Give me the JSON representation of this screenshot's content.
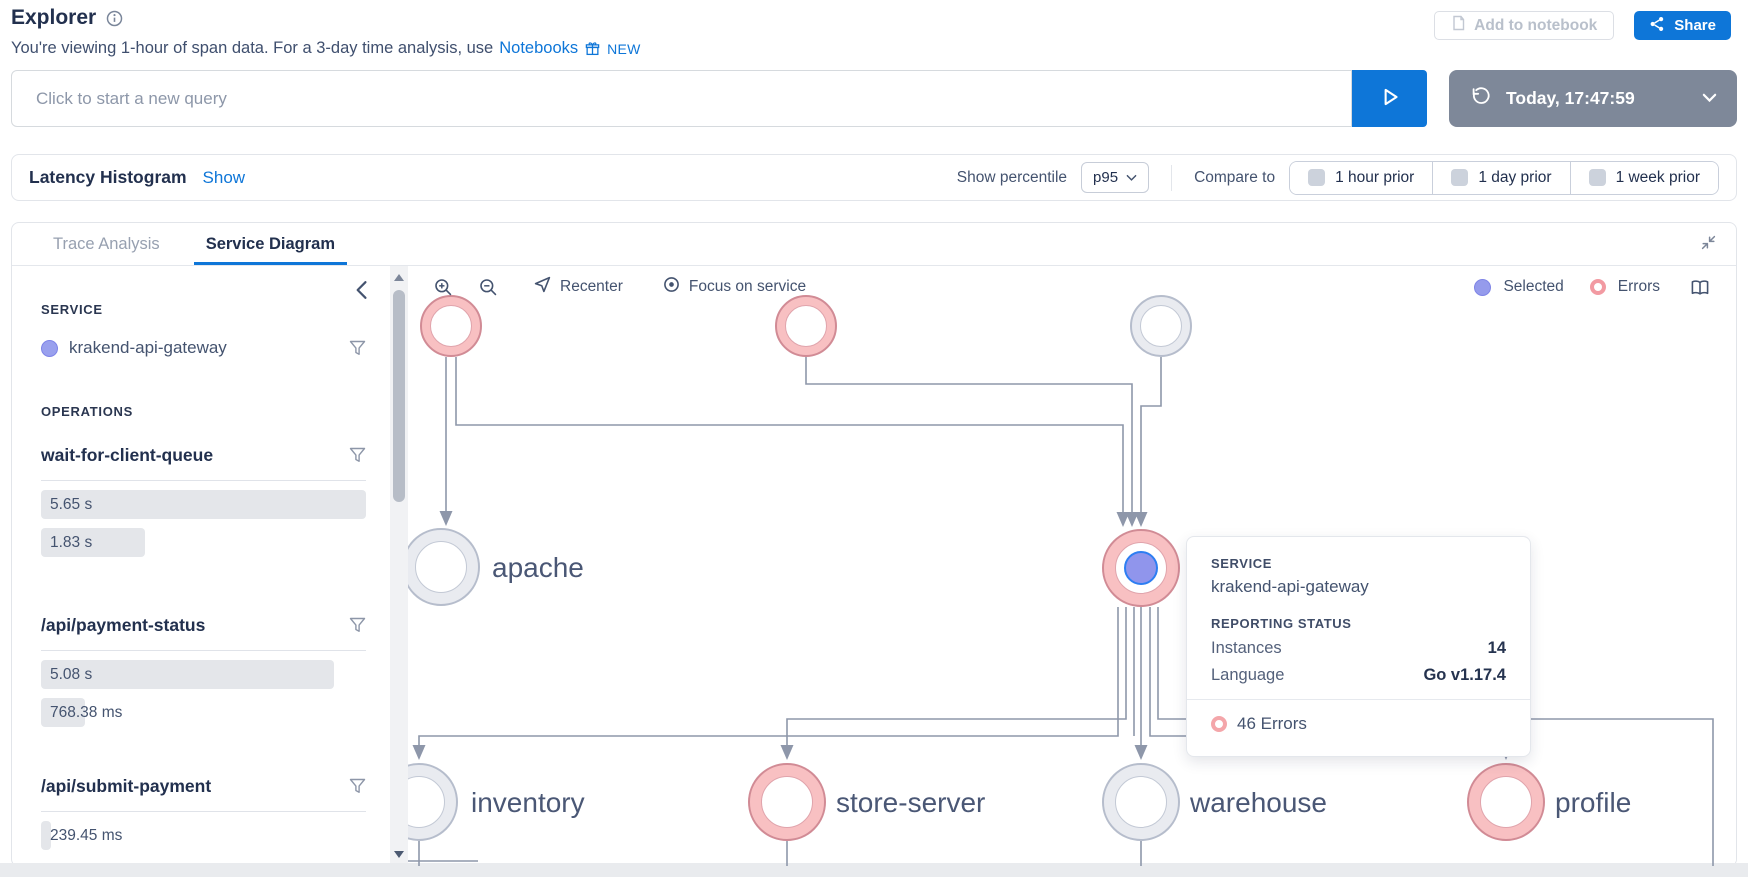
{
  "header": {
    "title": "Explorer",
    "subtitle_prefix": "You're viewing 1-hour of span data. For a 3-day time analysis, use",
    "subtitle_link": "Notebooks",
    "subtitle_badge": "NEW",
    "add_to_notebook_label": "Add to notebook",
    "share_label": "Share"
  },
  "query_bar": {
    "placeholder": "Click to start a new query",
    "time_value": "Today, 17:47:59"
  },
  "histogram": {
    "title": "Latency Histogram",
    "show_link": "Show",
    "percentile_label": "Show percentile",
    "percentile_value": "p95",
    "compare_label": "Compare to",
    "compare_options": [
      {
        "label": "1 hour prior"
      },
      {
        "label": "1 day prior"
      },
      {
        "label": "1 week prior"
      }
    ]
  },
  "tabs": [
    {
      "label": "Trace Analysis",
      "active": false
    },
    {
      "label": "Service Diagram",
      "active": true
    }
  ],
  "sidebar": {
    "service_heading": "SERVICE",
    "service_name": "krakend-api-gateway",
    "operations_heading": "OPERATIONS",
    "operations": [
      {
        "name": "wait-for-client-queue",
        "bars": [
          {
            "label": "5.65 s",
            "pct": 100
          },
          {
            "label": "1.83 s",
            "pct": 32
          }
        ]
      },
      {
        "name": "/api/payment-status",
        "bars": [
          {
            "label": "5.08 s",
            "pct": 90
          },
          {
            "label": "768.38 ms",
            "pct": 13.5
          }
        ]
      },
      {
        "name": "/api/submit-payment",
        "bars": [
          {
            "label": "239.45 ms",
            "pct": 3
          }
        ]
      }
    ]
  },
  "diagram": {
    "toolbar": {
      "recenter": "Recenter",
      "focus": "Focus on service"
    },
    "legend": {
      "selected": "Selected",
      "errors": "Errors"
    },
    "nodes": {
      "apache": "apache",
      "inventory": "inventory",
      "store_server": "store-server",
      "warehouse": "warehouse",
      "profile": "profile"
    }
  },
  "tooltip": {
    "service_heading": "SERVICE",
    "service_name": "krakend-api-gateway",
    "reporting_heading": "REPORTING STATUS",
    "rows": [
      {
        "label": "Instances",
        "value": "14"
      },
      {
        "label": "Language",
        "value": "Go v1.17.4"
      }
    ],
    "errors_label": "46 Errors"
  },
  "icons": {
    "info-icon": "circled i",
    "notebook-icon": "document page",
    "share-icon": "share nodes",
    "gift-icon": "gift box",
    "play-icon": "outlined triangle",
    "history-icon": "counterclockwise arrow",
    "chevron-down-icon": "v chevron",
    "minimize-icon": "two inward diagonal arrows",
    "collapse-left-icon": "left chevron",
    "filter-icon": "funnel outline",
    "zoom-in-icon": "magnifier plus",
    "zoom-out-icon": "magnifier minus",
    "recenter-icon": "navigation arrow",
    "focus-icon": "target circle",
    "book-icon": "open book"
  },
  "colors": {
    "accent_blue": "#0e76d8",
    "selected_purple": "#9095ec",
    "selected_core_border": "#2d7ef2",
    "error_ring": "#f8c0c2",
    "error_border": "#d18b95",
    "gray_node_border": "#b6bdcc",
    "edge": "#8e97aa",
    "time_picker_bg": "#7e8899",
    "text_dark": "#22304e",
    "text_mid": "#44536f",
    "text_muted": "#97a0b0",
    "bar_bg": "#e4e6ea"
  }
}
